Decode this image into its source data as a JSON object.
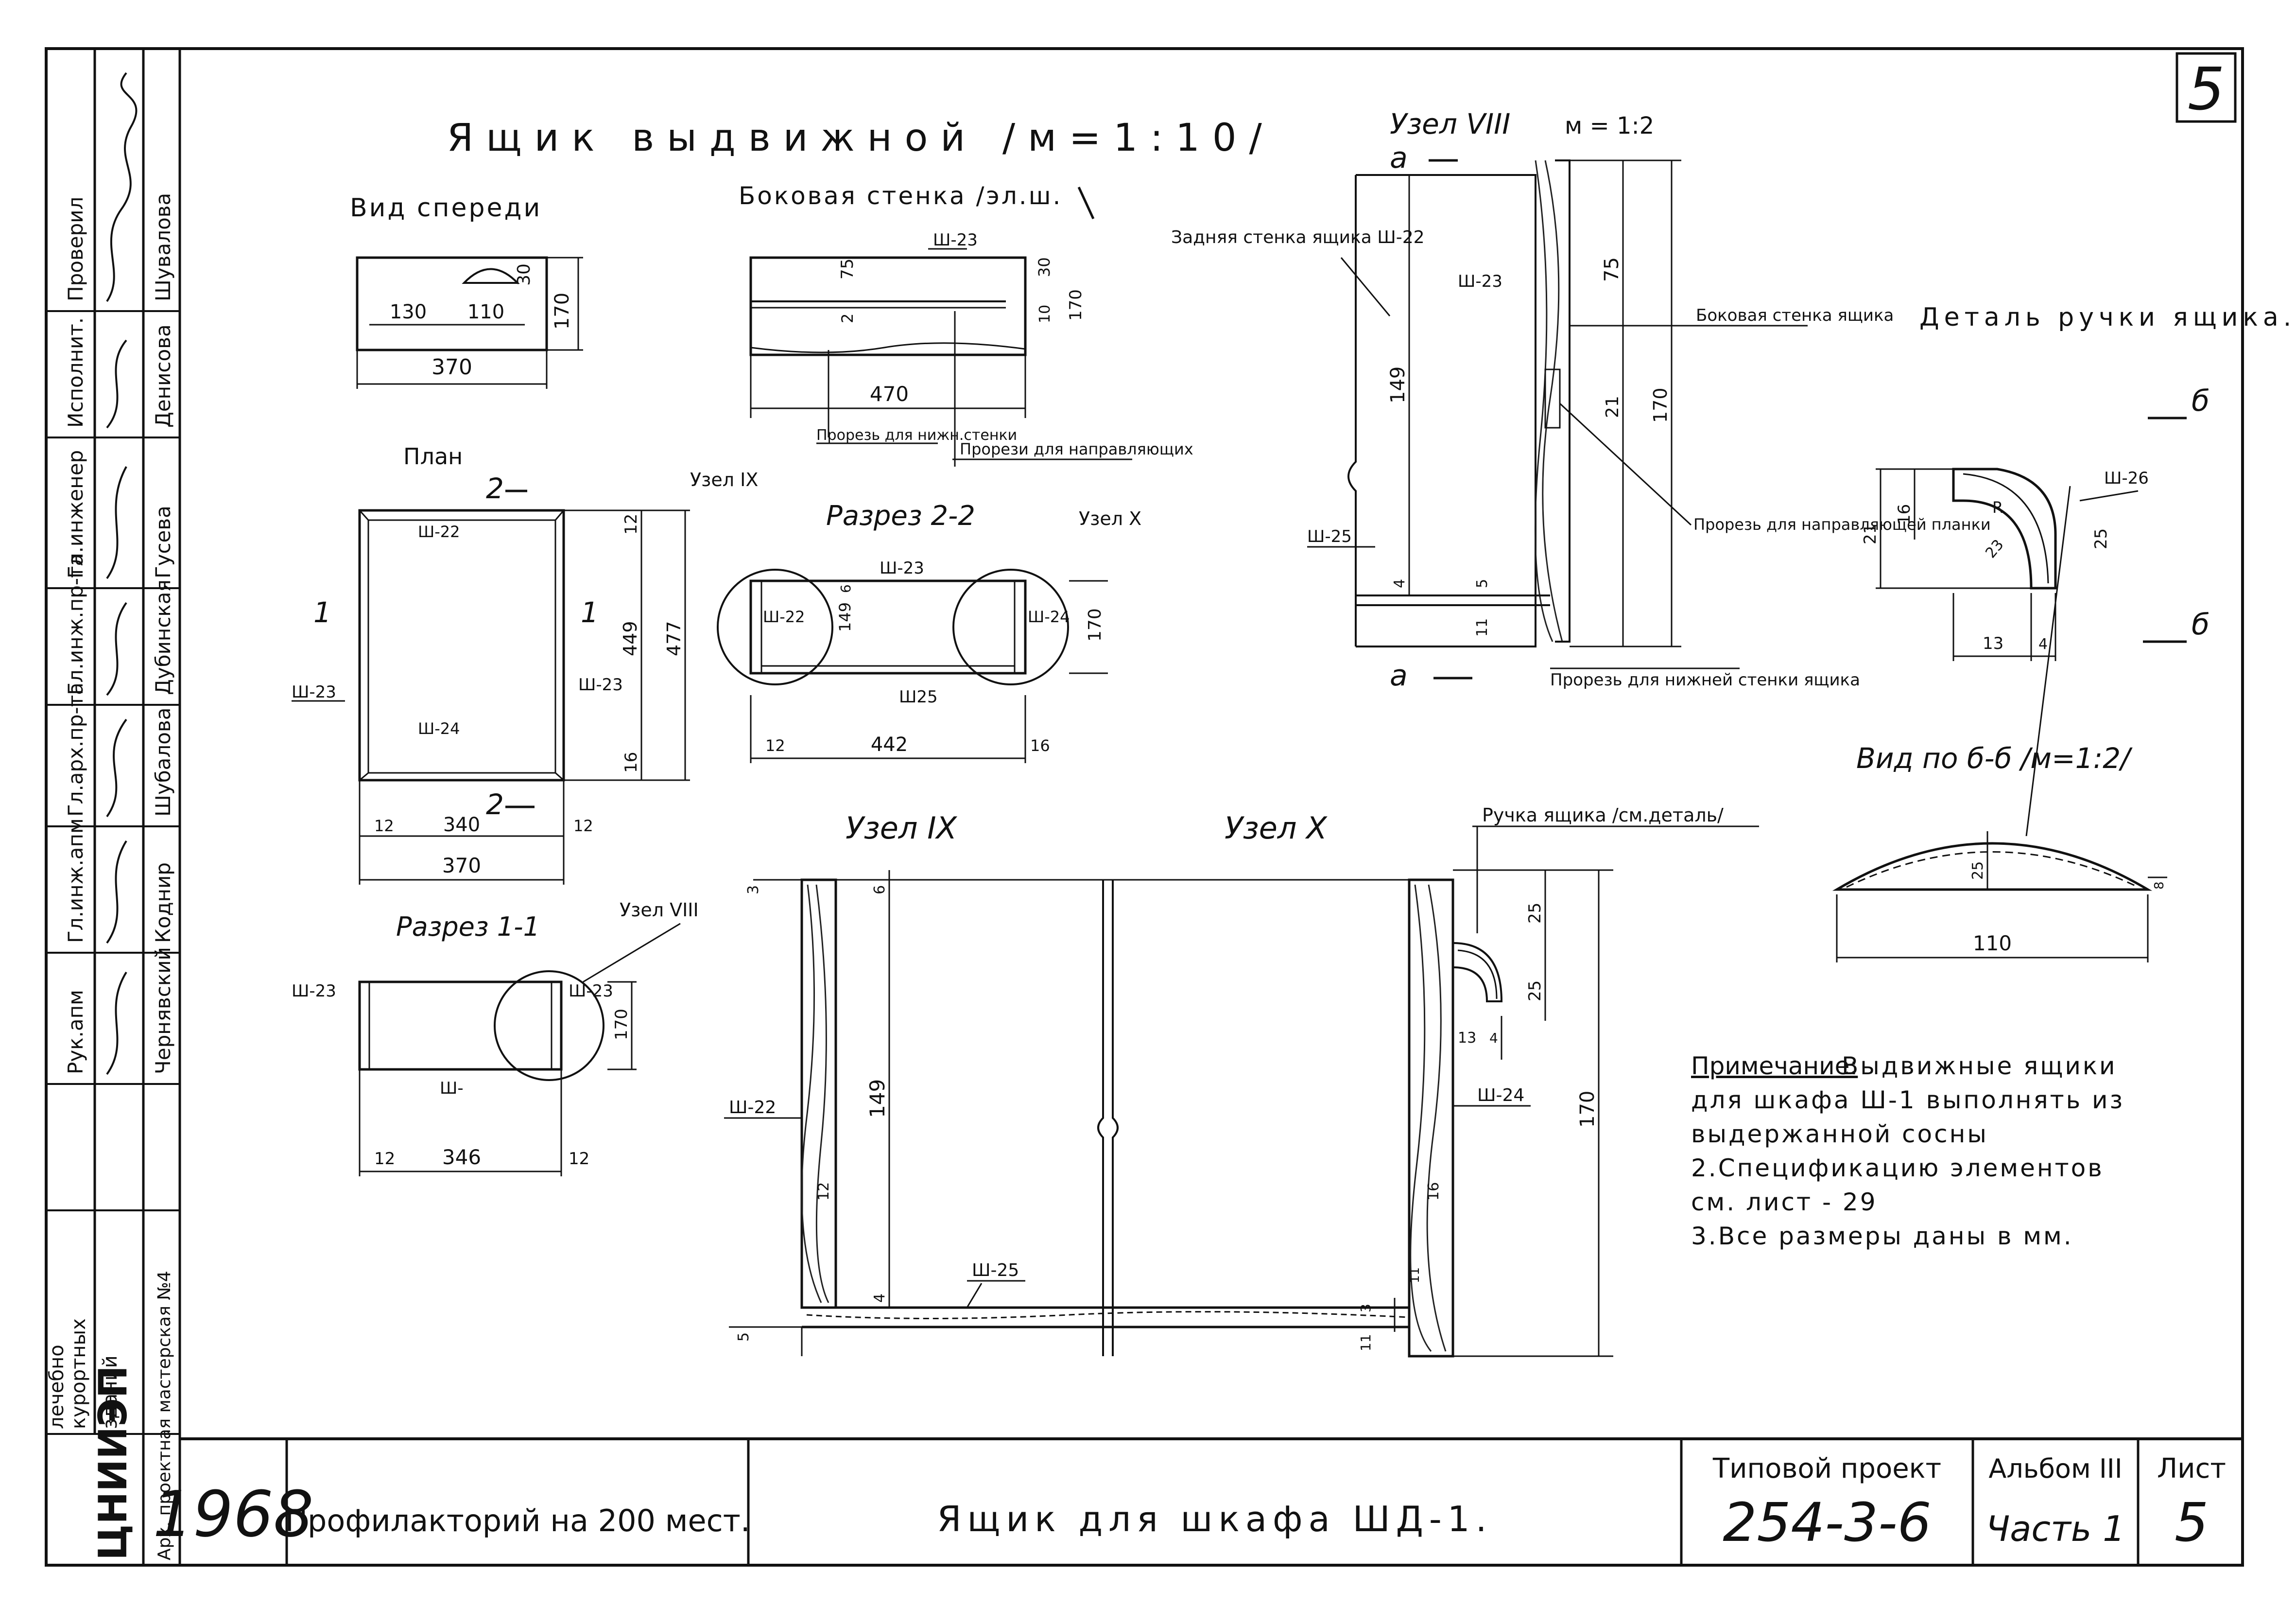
{
  "sheet": {
    "sheet_number_corner": "5",
    "main_title": "Ящик выдвижной /м=1:10/"
  },
  "front_view": {
    "title": "Вид спереди",
    "dims": {
      "w_left": "130",
      "w_handle": "110",
      "h_total": "170",
      "h_top": "30",
      "w_total": "370"
    }
  },
  "side_wall": {
    "title": "Боковая стенка /эл.ш.",
    "tag": "Ш-23",
    "dims": {
      "d75": "75",
      "d2": "2",
      "d30": "30",
      "d170": "170",
      "d470": "470",
      "d10": "10"
    },
    "note_left": "Прорезь для нижн.стенки",
    "note_right": "Прорези для направляющих"
  },
  "plan": {
    "title": "План",
    "cut": "2",
    "cut_left": "1",
    "cut_right": "1",
    "tags": {
      "top": "Ш-22",
      "left": "Ш-23",
      "right": "Ш-23",
      "bottom": "Ш-24"
    },
    "dims": {
      "d12a": "12",
      "d449": "449",
      "d477": "477",
      "d16": "16",
      "d12b": "12",
      "d340": "340",
      "d12c": "12",
      "d370": "370"
    }
  },
  "section_11": {
    "title": "Разрез 1-1",
    "node": "Узел VIII",
    "tags": {
      "left": "Ш-23",
      "right": "Ш-23",
      "bottom": "Ш-"
    },
    "dims": {
      "d170": "170",
      "d12a": "12",
      "d346": "346",
      "d12b": "12"
    }
  },
  "section_22": {
    "title": "Разрез 2-2",
    "node_left": "Узел IX",
    "node_right": "Узел X",
    "tags": {
      "top": "Ш-23",
      "left": "Ш-22",
      "right": "Ш-24",
      "bottom": "Ш25"
    },
    "dims": {
      "d6": "6",
      "d149": "149",
      "d170": "170",
      "d12": "12",
      "d442": "442",
      "d16": "16"
    }
  },
  "node_8": {
    "title": "Узел VIII",
    "scale": "м = 1:2",
    "cut": "а",
    "back_wall": "Задняя стенка ящика Ш-22",
    "tag_wall": "Ш-23",
    "tag_bottom": "Ш-25",
    "side_label": "Боковая стенка ящика",
    "slot_label": "Прорезь для направляющей планки",
    "bottom_slot_label": "Прорезь для нижней стенки ящика",
    "dims": {
      "d149": "149",
      "d75": "75",
      "d21": "21",
      "d170": "170",
      "d4": "4",
      "d5": "5",
      "d11": "11"
    }
  },
  "handle_detail": {
    "title": "Деталь ручки ящика.",
    "cut": "б",
    "tag": "Ш-26",
    "dims": {
      "d16": "16",
      "d21": "21",
      "r": "R",
      "d25": "25",
      "d13": "13",
      "d4": "4",
      "d23": "23"
    }
  },
  "view_bb": {
    "title": "Вид по б-б /м=1:2/",
    "dims": {
      "d25": "25",
      "d8": "8",
      "d110": "110"
    }
  },
  "node_9_10": {
    "title_9": "Узел IX",
    "title_10": "Узел X",
    "handle_ref": "Ручка ящика /см.деталь/",
    "tags": {
      "left": "Ш-22",
      "right": "Ш-24",
      "bottom": "Ш-25"
    },
    "dims": {
      "d3": "3",
      "d6": "6",
      "d149": "149",
      "d12": "12",
      "d4": "4",
      "d5": "5",
      "d25a": "25",
      "d25b": "25",
      "d13": "13",
      "d4b": "4",
      "d170": "170",
      "d16": "16",
      "d3b": "3",
      "d11": "11",
      "d11b": "11"
    }
  },
  "notes": {
    "title": "Примечание:",
    "line1": "Выдвижные ящики",
    "line2": "для шкафа Ш-1 выполнять из",
    "line3": "выдержанной сосны",
    "line4": "2.Спецификацию элементов",
    "line5": "см. лист - 29",
    "line6": "3.Все размеры даны в мм."
  },
  "side_stamp": {
    "roles": [
      "Проверил",
      "Исполнит.",
      "Гл.инженер",
      "Гл.инж.пр-та",
      "Гл.арх.пр-та",
      "Гл.инж.апм",
      "Рук.апм"
    ],
    "names": [
      "Шувалова",
      "Денисова",
      "Гусева",
      "Дубинская",
      "Шубалова",
      "Коднир",
      "Чернявский"
    ],
    "org_line1": "лечебно",
    "org_line2": "курортных",
    "org_line3": "зданий",
    "org_line4": "Арх. проектная мастерская №4",
    "logo_text": "ЦНИИЭП"
  },
  "title_block": {
    "year": "1968",
    "object": "Профилакторий на 200 мест.",
    "drawing": "Ящик для шкафа ШД-1.",
    "project_label": "Типовой проект",
    "project_no": "254-3-6",
    "album_label": "Альбом III",
    "part": "Часть 1",
    "sheet_label": "Лист",
    "sheet_no": "5"
  }
}
